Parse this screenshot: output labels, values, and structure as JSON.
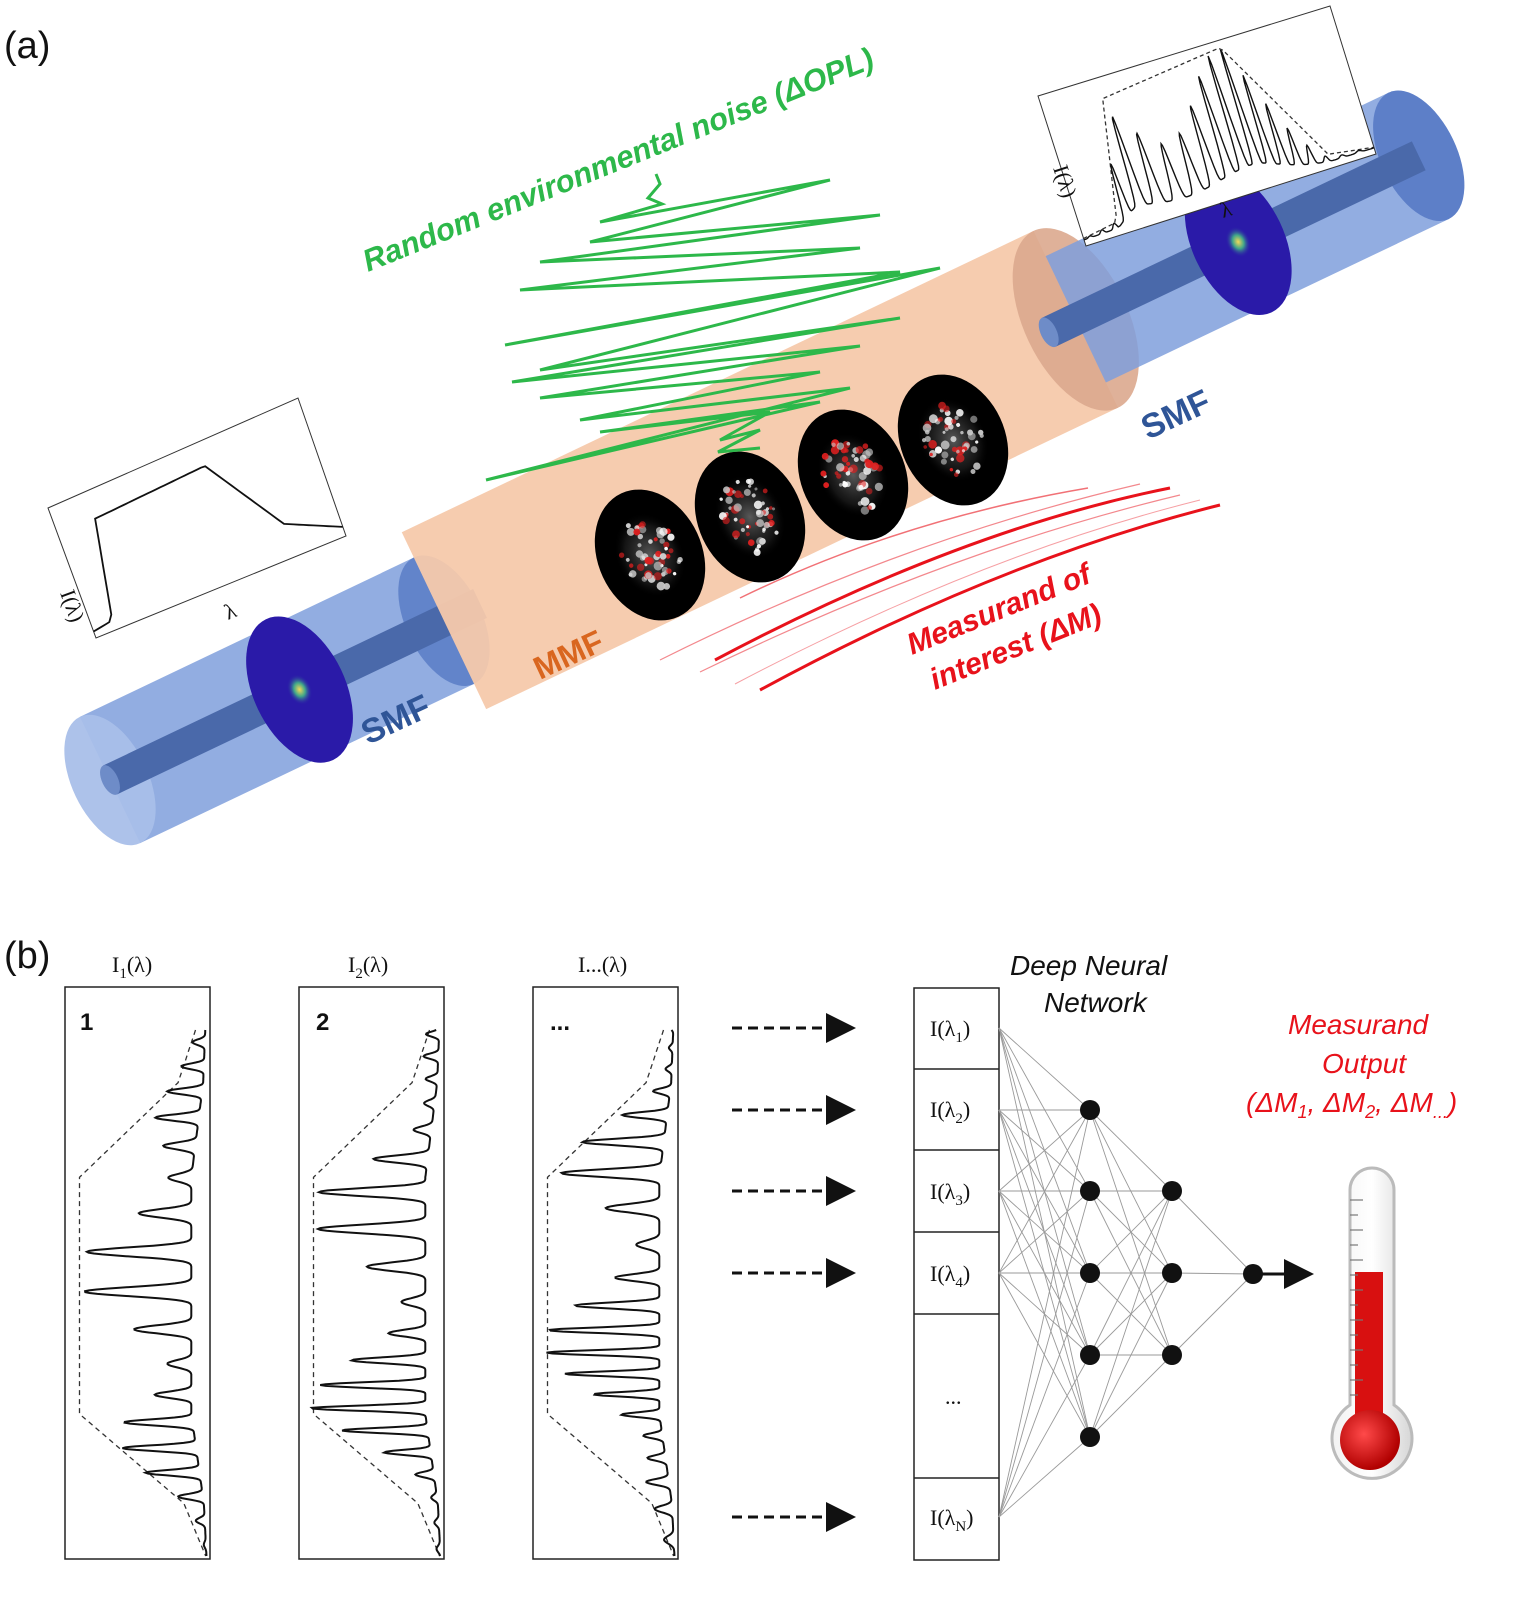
{
  "panel_a": {
    "label": "(a)",
    "noise_label": "Random environmental noise (ΔOPL)",
    "measurand_line1": "Measurand of",
    "measurand_line2": "interest (ΔM)",
    "smf_left": "SMF",
    "smf_right": "SMF",
    "mmf": "MMF",
    "input_spectrum": {
      "ylabel": "I(λ)",
      "xlabel": "λ"
    },
    "output_spectrum": {
      "ylabel": "I(λ)",
      "xlabel": "λ"
    },
    "colors": {
      "noise": "#2db84a",
      "measurand": "#e8121b",
      "fiber": "#5a7fcb",
      "core": "#3d5a96",
      "mmf": "#f2b896",
      "smf_text": "#2f5597",
      "mmf_text": "#d9661f",
      "mode_disk": "#2a1aa8"
    }
  },
  "panel_b": {
    "label": "(b)",
    "spectra": [
      {
        "title_main": "I",
        "title_sub": "1",
        "title_tail": "(λ)",
        "index": "1"
      },
      {
        "title_main": "I",
        "title_sub": "2",
        "title_tail": "(λ)",
        "index": "2"
      },
      {
        "title_main": "I...",
        "title_sub": "",
        "title_tail": "(λ)",
        "index": "..."
      }
    ],
    "network_title_line1": "Deep Neural",
    "network_title_line2": "Network",
    "inputs": [
      {
        "main": "I(λ",
        "sub": "1",
        "tail": ")"
      },
      {
        "main": "I(λ",
        "sub": "2",
        "tail": ")"
      },
      {
        "main": "I(λ",
        "sub": "3",
        "tail": ")"
      },
      {
        "main": "I(λ",
        "sub": "4",
        "tail": ")"
      },
      {
        "main": "...",
        "sub": "",
        "tail": ""
      },
      {
        "main": "I(λ",
        "sub": "N",
        "tail": ")"
      }
    ],
    "output_title_line1": "Measurand",
    "output_title_line2": "Output",
    "output_title_line3": "(ΔM",
    "output_sub1": "1",
    "output_sep1": ", ΔM",
    "output_sub2": "2",
    "output_sep2": ", ΔM",
    "output_sub3": "...",
    "output_close": ")",
    "network_layers": [
      5,
      3,
      1
    ],
    "colors": {
      "output_text": "#e8121b",
      "thermometer_fill": "#d81010"
    }
  }
}
